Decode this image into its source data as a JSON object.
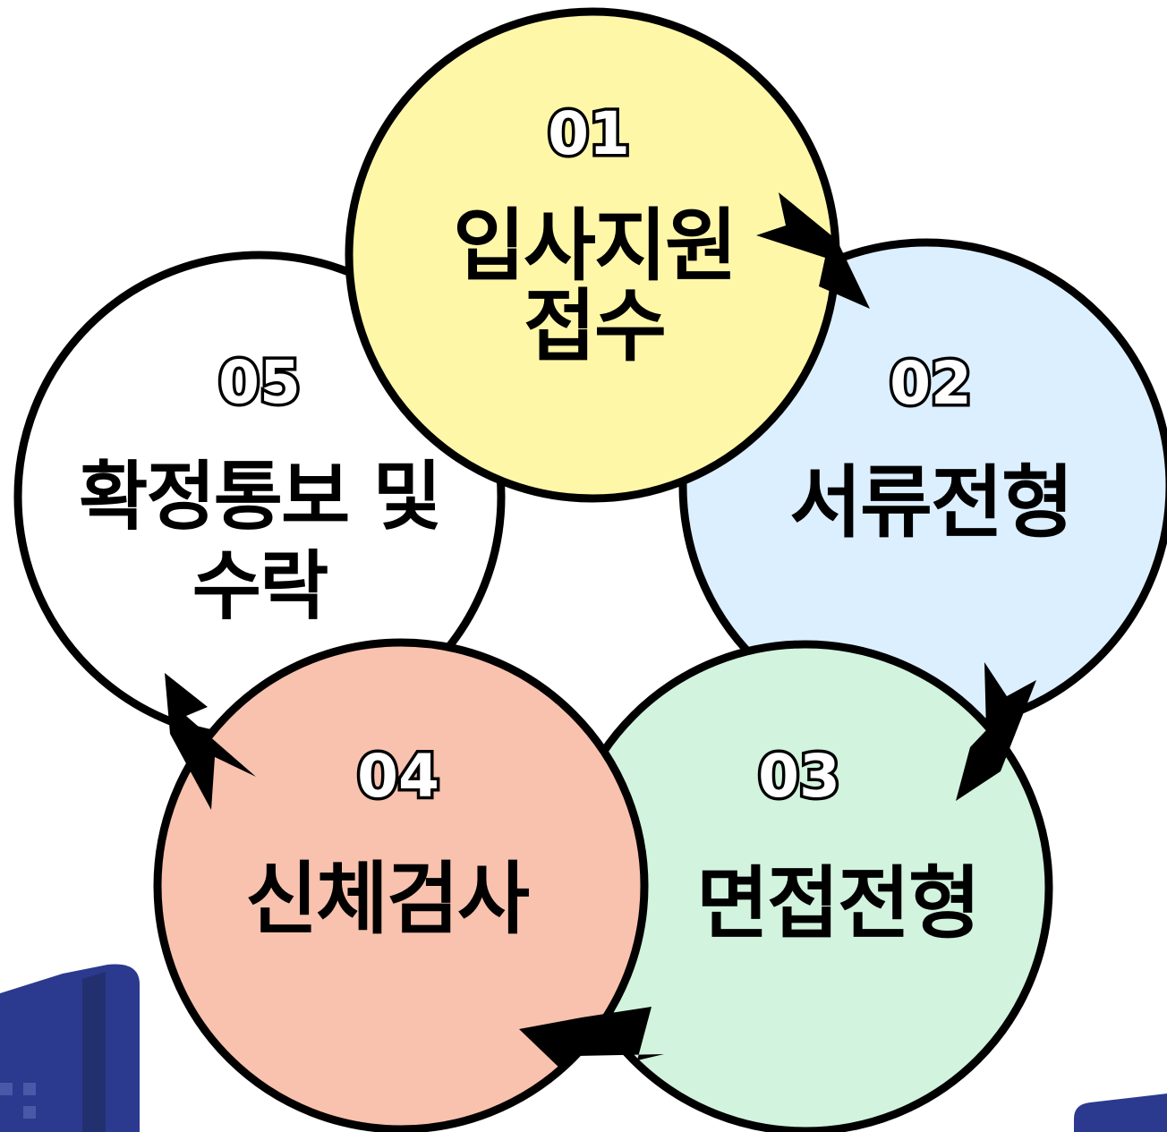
{
  "steps": [
    {
      "number": "01",
      "lines": [
        "입사지원",
        "접수"
      ],
      "color": "#fff7a8"
    },
    {
      "number": "02",
      "lines": [
        "서류전형"
      ],
      "color": "#dcefff"
    },
    {
      "number": "03",
      "lines": [
        "면접전형"
      ],
      "color": "#d2f3de"
    },
    {
      "number": "04",
      "lines": [
        "신체검사"
      ],
      "color": "#f8c2ae"
    },
    {
      "number": "05",
      "lines": [
        "확정통보 및",
        "수락"
      ],
      "color": "#ffffff"
    }
  ],
  "decor_color": "#2b3a8f"
}
